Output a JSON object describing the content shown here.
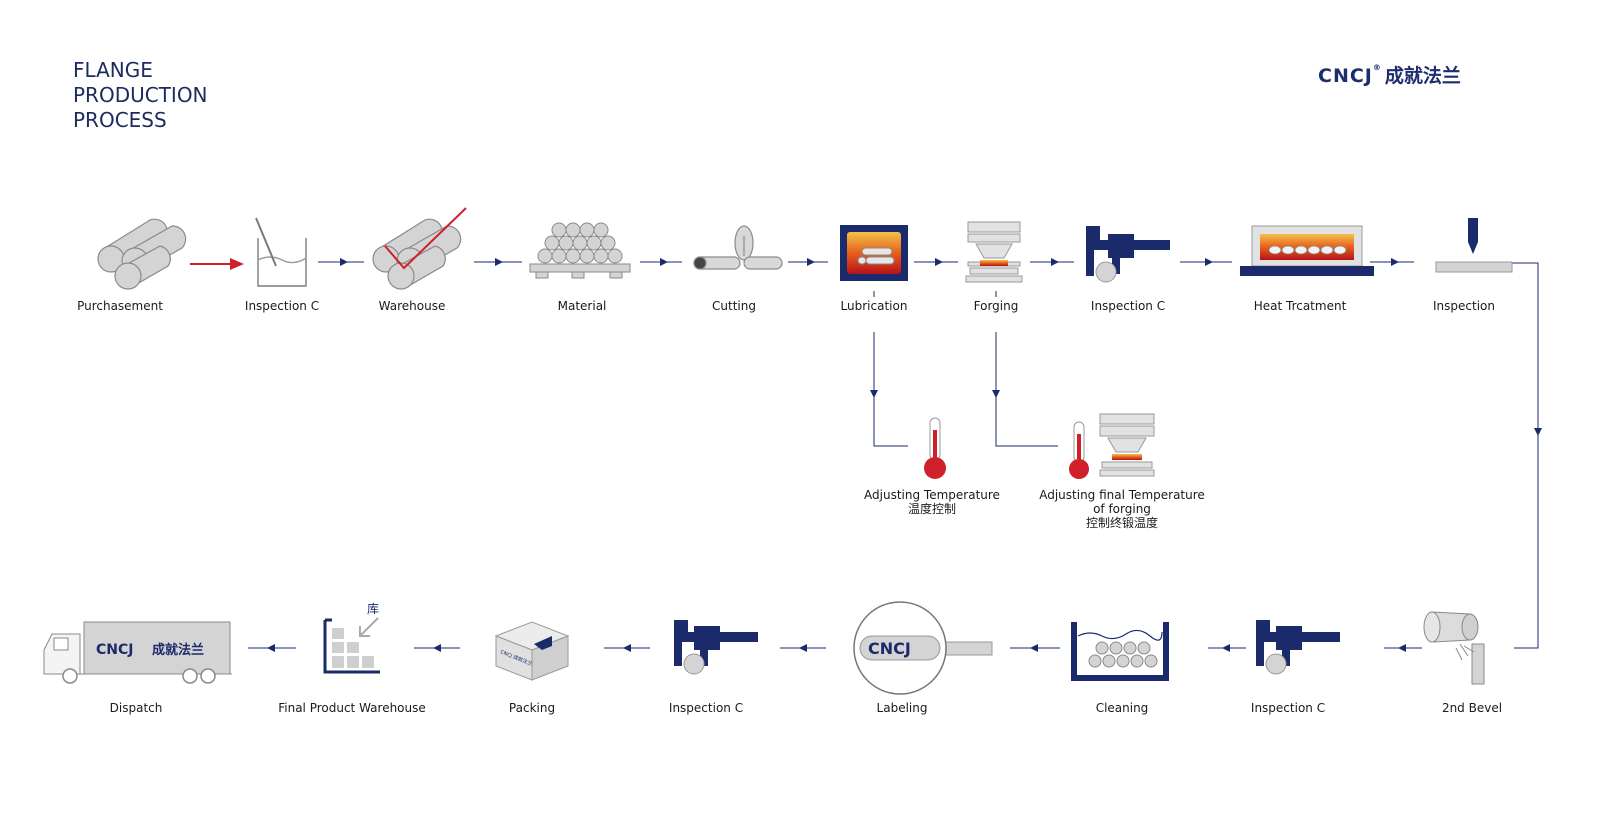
{
  "title": [
    "FLANGE",
    "PRODUCTION",
    "PROCESS"
  ],
  "logo": {
    "latin": "CNCJ",
    "mark": "®",
    "chinese": "成就法兰"
  },
  "steps_top": [
    "Purchasement",
    "Inspection C",
    "Warehouse",
    "Material",
    "Cutting",
    "Lubrication",
    "Forging",
    "Inspection C",
    "Heat Trcatment",
    "Inspection"
  ],
  "steps_branch": [
    {
      "en": "Adjusting Temperature",
      "cn": "温度控制"
    },
    {
      "en": "Adjusting final Temperature",
      "en2": "of forging",
      "cn": "控制终锻温度"
    }
  ],
  "steps_bottom": [
    "Dispatch",
    "Final Product Warehouse",
    "Packing",
    "Inspection C",
    "Labeling",
    "Cleaning",
    "Inspection C",
    "2nd Bevel"
  ],
  "icons": {
    "warehouse_char": "库",
    "labeling_text": "CNCJ",
    "truck_text": "CNCJ",
    "truck_cn": "成就法兰",
    "box_text": "CNCJ 成就法兰"
  },
  "colors": {
    "navy": "#1b2a6b",
    "red": "#d0202a",
    "gray": "#d2d2d2",
    "stroke": "#8a8a8a"
  }
}
